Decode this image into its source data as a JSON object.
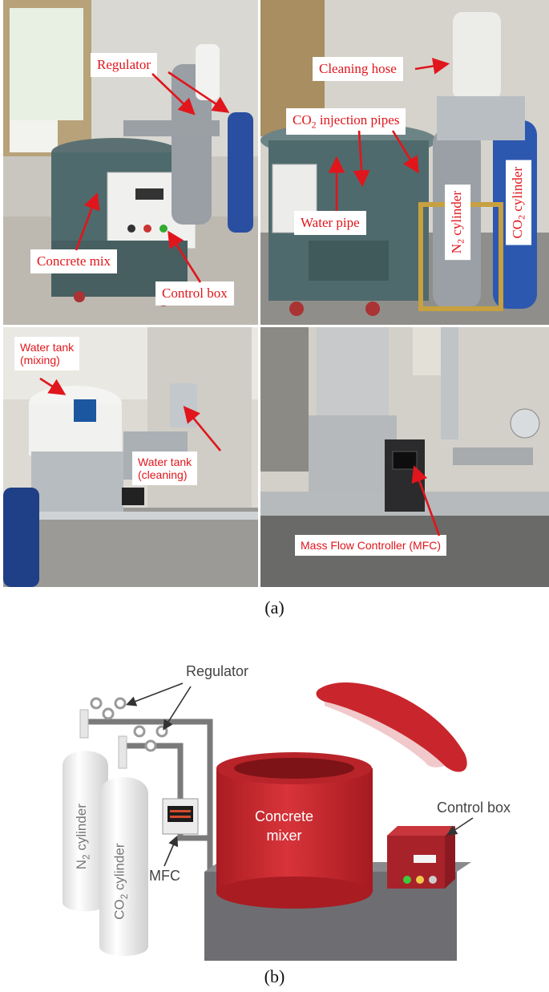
{
  "panel_a": {
    "caption": "(a)",
    "photo1": {
      "regulator": "Regulator",
      "concrete_mix": "Concrete mix",
      "control_box": "Control box"
    },
    "photo2": {
      "cleaning_hose": "Cleaning hose",
      "co2_injection_pipes_pre": "CO",
      "co2_injection_pipes_sub": "2",
      "co2_injection_pipes_post": " injection pipes",
      "water_pipe": "Water pipe",
      "n2_cylinder_pre": "N",
      "n2_cylinder_sub": "2",
      "n2_cylinder_post": " cylinder",
      "co2_cylinder_pre": "CO",
      "co2_cylinder_sub": "2",
      "co2_cylinder_post": " cylinder"
    },
    "photo3": {
      "water_tank_mixing": "Water tank\n(mixing)",
      "water_tank_cleaning": "Water tank\n(cleaning)"
    },
    "photo4": {
      "mfc": "Mass Flow Controller (MFC)"
    }
  },
  "panel_b": {
    "caption": "(b)",
    "regulator": "Regulator",
    "concrete_mixer": "Concrete\nmixer",
    "control_box": "Control box",
    "mfc": "MFC",
    "n2_pre": "N",
    "n2_sub": "2",
    "n2_post": " cylinder",
    "co2_pre": "CO",
    "co2_sub": "2",
    "co2_post": " cylinder"
  },
  "colors": {
    "label_red": "#e0161c",
    "mixer_red": "#c8262c",
    "pipe_gray": "#777777",
    "base_gray": "#6e6e72"
  }
}
